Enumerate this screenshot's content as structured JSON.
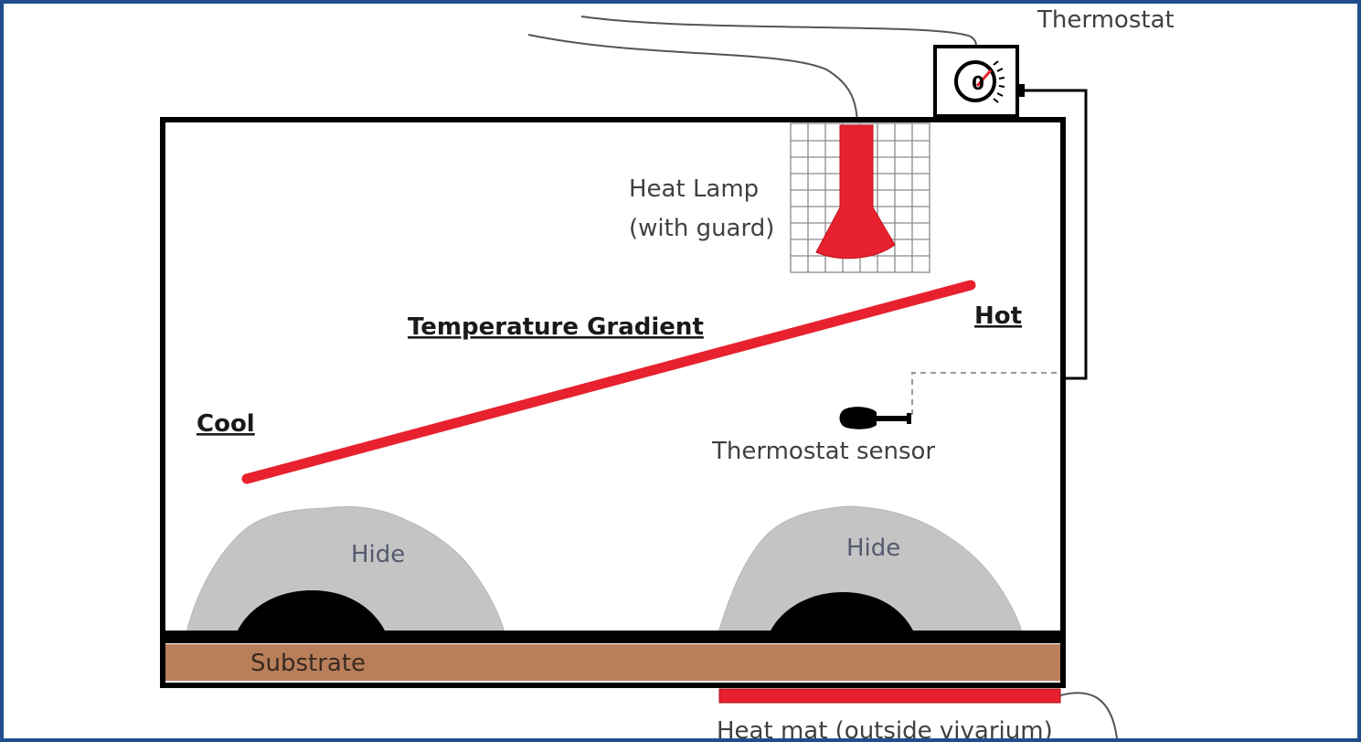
{
  "labels": {
    "thermostat": "Thermostat",
    "heat_lamp_line1": "Heat Lamp",
    "heat_lamp_line2": "(with guard)",
    "temperature_gradient": "Temperature Gradient",
    "hot": "Hot",
    "cool": "Cool",
    "thermostat_sensor": "Thermostat sensor",
    "hide_left": "Hide",
    "hide_right": "Hide",
    "substrate": "Substrate",
    "heat_mat": "Heat mat (outside vivarium)",
    "dial_mark": "0"
  },
  "colors": {
    "frame": "#1f4e8c",
    "heat": "#e8212e",
    "hide": "#c4c4c4",
    "substrate": "#b97f5b",
    "outline": "#000000"
  }
}
